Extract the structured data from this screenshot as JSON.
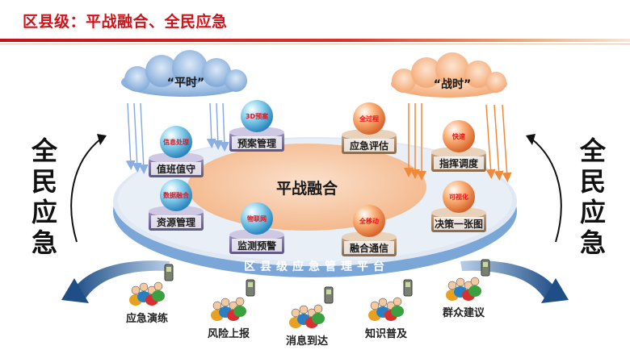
{
  "title": "区县级：平战融合、全民应急",
  "clouds": {
    "left": "“平时”",
    "right": "“战时”"
  },
  "center_label": "平战融合",
  "platform_label": "区县级应急管理平台",
  "side_left": [
    "全",
    "民",
    "应",
    "急"
  ],
  "side_right": [
    "全",
    "民",
    "应",
    "急"
  ],
  "modules": [
    {
      "badge": "信息处理",
      "label": "值班值守"
    },
    {
      "badge": "3D预案",
      "label": "预案管理"
    },
    {
      "badge": "全过程",
      "label": "应急评估"
    },
    {
      "badge": "快速",
      "label": "指挥调度"
    },
    {
      "badge": "数据融合",
      "label": "资源管理"
    },
    {
      "badge": "物联网",
      "label": "监测预警"
    },
    {
      "badge": "全移动",
      "label": "融合通信"
    },
    {
      "badge": "可视化",
      "label": "决策一张图"
    }
  ],
  "people": [
    "应急演练",
    "风险上报",
    "消息到达",
    "知识普及",
    "群众建议"
  ],
  "colors": {
    "title": "#d0131a",
    "cloud_left": "#7fa8d8",
    "cloud_right": "#f3a874",
    "center": "#f7c9a6",
    "platform": "#6f9ed3"
  }
}
